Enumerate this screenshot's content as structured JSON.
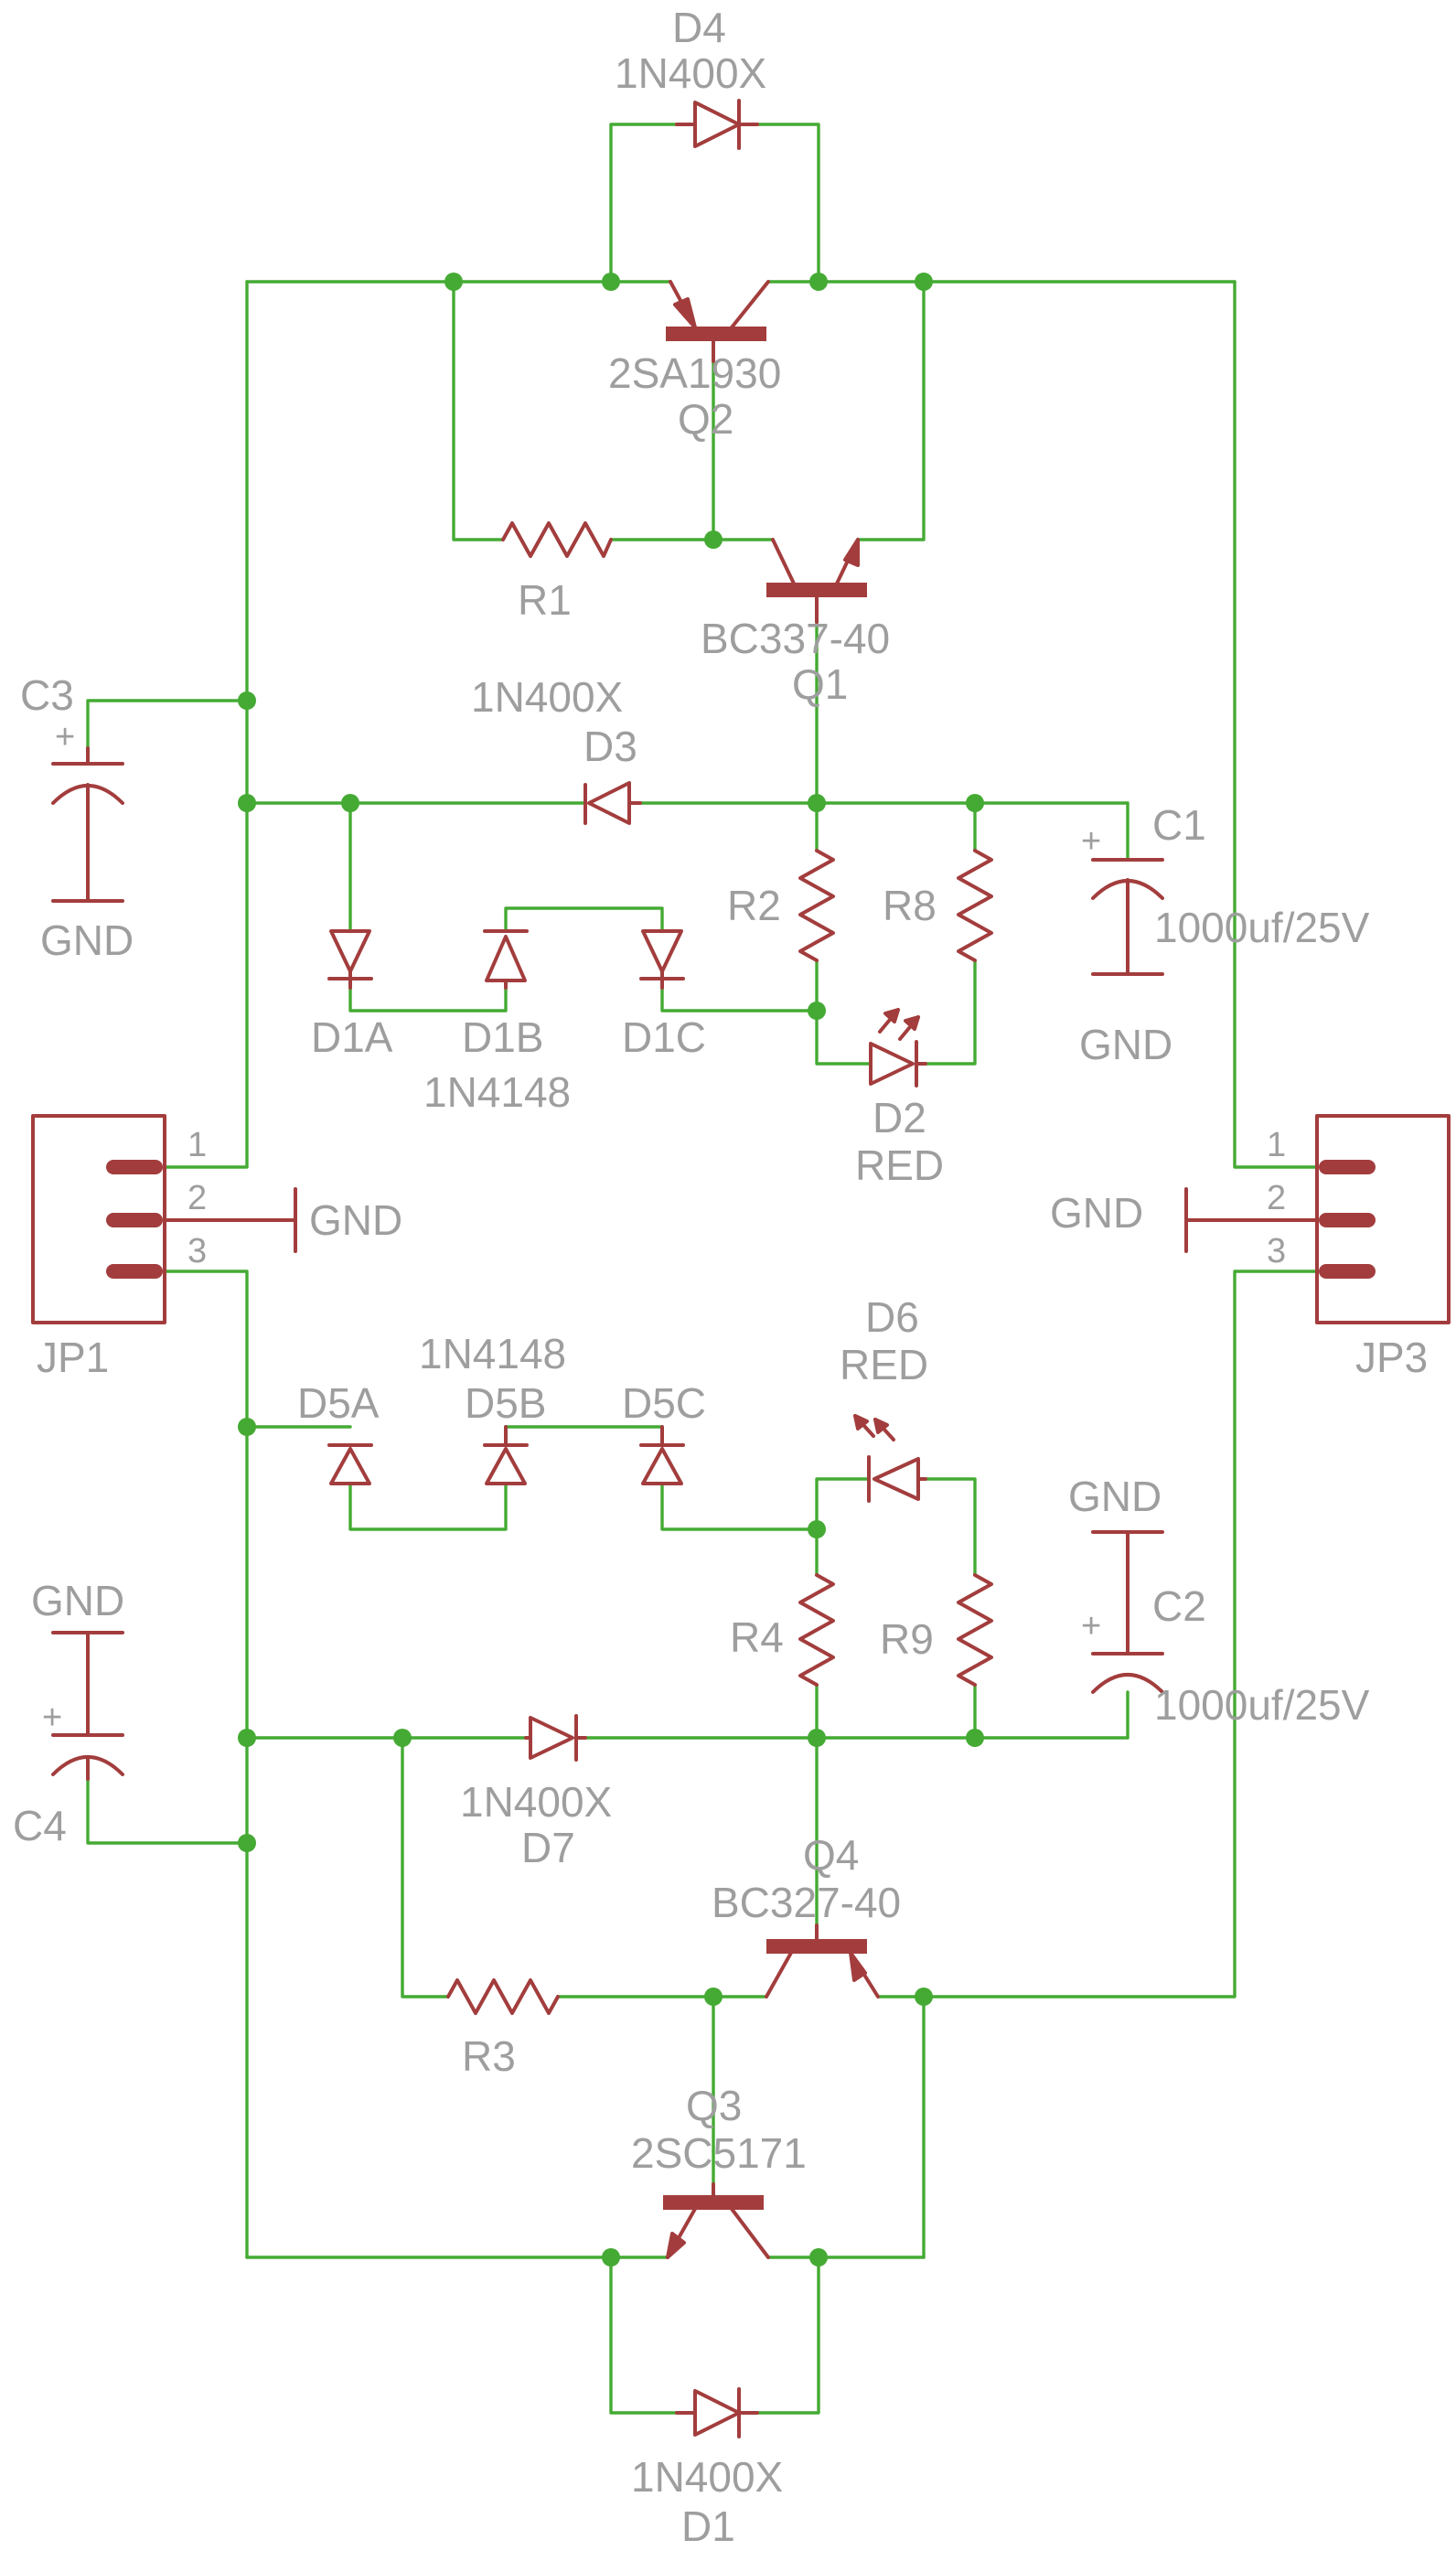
{
  "components": {
    "D4": {
      "ref": "D4",
      "value": "1N400X"
    },
    "Q2": {
      "ref": "Q2",
      "value": "2SA1930"
    },
    "R1": {
      "ref": "R1"
    },
    "Q1": {
      "ref": "Q1",
      "value": "BC337-40"
    },
    "C3": {
      "ref": "C3",
      "net": "GND"
    },
    "D3": {
      "ref": "D3",
      "value": "1N400X"
    },
    "C1": {
      "ref": "C1",
      "value": "1000uf/25V",
      "net": "GND"
    },
    "R2": {
      "ref": "R2"
    },
    "R8": {
      "ref": "R8"
    },
    "D1": {
      "a": "D1A",
      "b": "D1B",
      "c": "D1C",
      "value": "1N4148"
    },
    "D2": {
      "ref": "D2",
      "value": "RED"
    },
    "JP1": {
      "ref": "JP1",
      "pins": [
        "1",
        "2",
        "3"
      ],
      "net": "GND"
    },
    "JP3": {
      "ref": "JP3",
      "pins": [
        "1",
        "2",
        "3"
      ],
      "net": "GND"
    },
    "D5": {
      "a": "D5A",
      "b": "D5B",
      "c": "D5C",
      "value": "1N4148"
    },
    "D6": {
      "ref": "D6",
      "value": "RED"
    },
    "C2": {
      "ref": "C2",
      "value": "1000uf/25V",
      "net": "GND"
    },
    "R4": {
      "ref": "R4"
    },
    "R9": {
      "ref": "R9"
    },
    "C4": {
      "ref": "C4",
      "net": "GND"
    },
    "D7": {
      "ref": "D7",
      "value": "1N400X"
    },
    "Q4": {
      "ref": "Q4",
      "value": "BC327-40"
    },
    "R3": {
      "ref": "R3"
    },
    "Q3": {
      "ref": "Q3",
      "value": "2SC5171"
    },
    "D1main": {
      "ref": "D1",
      "value": "1N400X"
    }
  },
  "colors": {
    "wire": "#44aa33",
    "symbol": "#a33d3d",
    "label": "#9e9e9e"
  }
}
